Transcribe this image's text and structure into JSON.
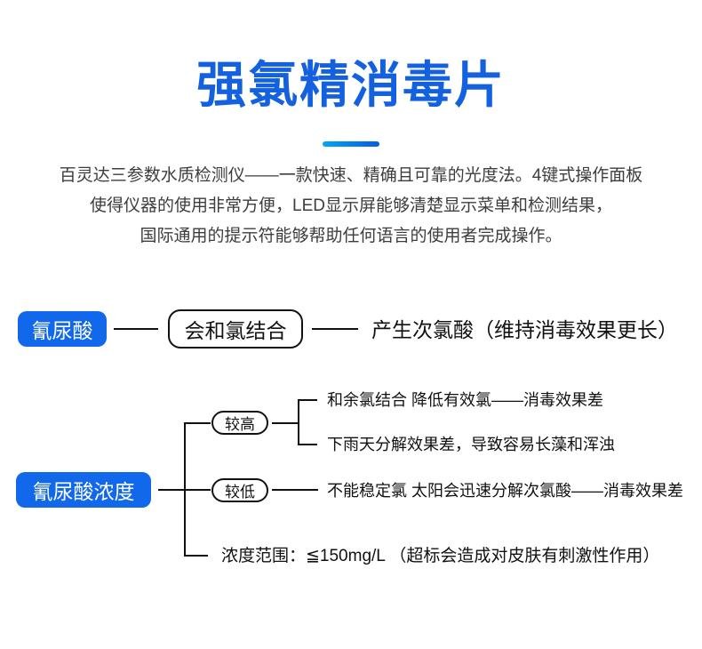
{
  "page": {
    "title": "强氯精消毒片",
    "intro_lines": [
      "百灵达三参数水质检测仪——一款快速、精确且可靠的光度法。4键式操作面板",
      "使得仪器的使用非常方便，LED显示屏能够清楚显示菜单和检测结果，",
      "国际通用的提示符能够帮助任何语言的使用者完成操作。"
    ]
  },
  "colors": {
    "title_blue": "#1461e0",
    "badge_blue": "#1168ea",
    "underline_gradient_start": "#00a6f3",
    "underline_gradient_end": "#0a5be4",
    "intro_text": "#3d3d3d",
    "diagram_text": "#111111"
  },
  "diagram1": {
    "badge": "氰尿酸",
    "node": "会和氯结合",
    "result": "产生次氯酸（维持消毒效果更长）"
  },
  "diagram2": {
    "badge": "氰尿酸浓度",
    "high": {
      "label": "较高",
      "items": [
        "和余氯结合 降低有效氯——消毒效果差",
        "下雨天分解效果差，导致容易长藻和浑浊"
      ]
    },
    "low": {
      "label": "较低",
      "items": [
        "不能稳定氯 太阳会迅速分解次氯酸——消毒效果差"
      ]
    },
    "range": "浓度范围：≦150mg/L （超标会造成对皮肤有刺激性作用）"
  }
}
